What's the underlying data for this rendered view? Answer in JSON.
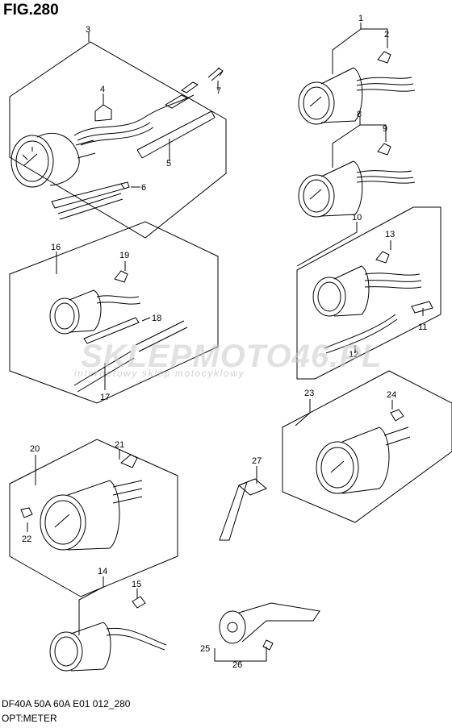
{
  "figure": {
    "title": "FIG.280"
  },
  "footer": {
    "model_code": "DF40A 50A 60A E01 012_280",
    "name": "OPT:METER"
  },
  "watermark": {
    "brand": "SKLEPMOTO46.PL",
    "tagline": "internetowy sklep motocyklowy"
  },
  "callouts": [
    "1",
    "2",
    "3",
    "4",
    "5",
    "6",
    "7",
    "8",
    "9",
    "10",
    "11",
    "12",
    "13",
    "14",
    "15",
    "16",
    "17",
    "18",
    "19",
    "20",
    "21",
    "22",
    "23",
    "24",
    "25",
    "26",
    "27"
  ]
}
